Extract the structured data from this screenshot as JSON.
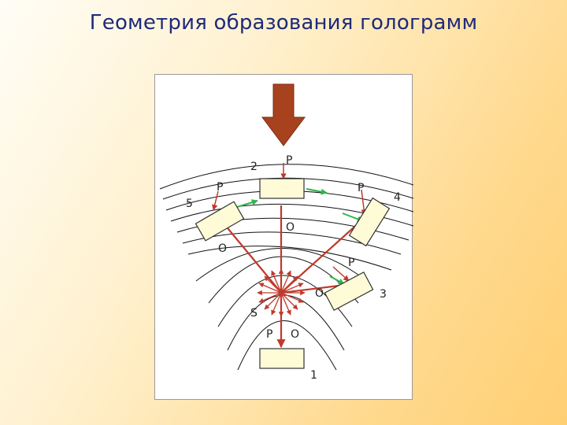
{
  "title": "Геометрия образования голограмм",
  "labels": {
    "plate_1": "1",
    "plate_2": "2",
    "plate_3": "3",
    "plate_4": "4",
    "plate_5": "5",
    "source": "S",
    "reference_beam": "P",
    "object_beam": "O"
  },
  "colors": {
    "title": "#1f2a7a",
    "beam": "#c0392b",
    "arrow_green": "#33b34a",
    "big_arrow": "#a8421e",
    "plate_fill": "#fffbd6"
  }
}
